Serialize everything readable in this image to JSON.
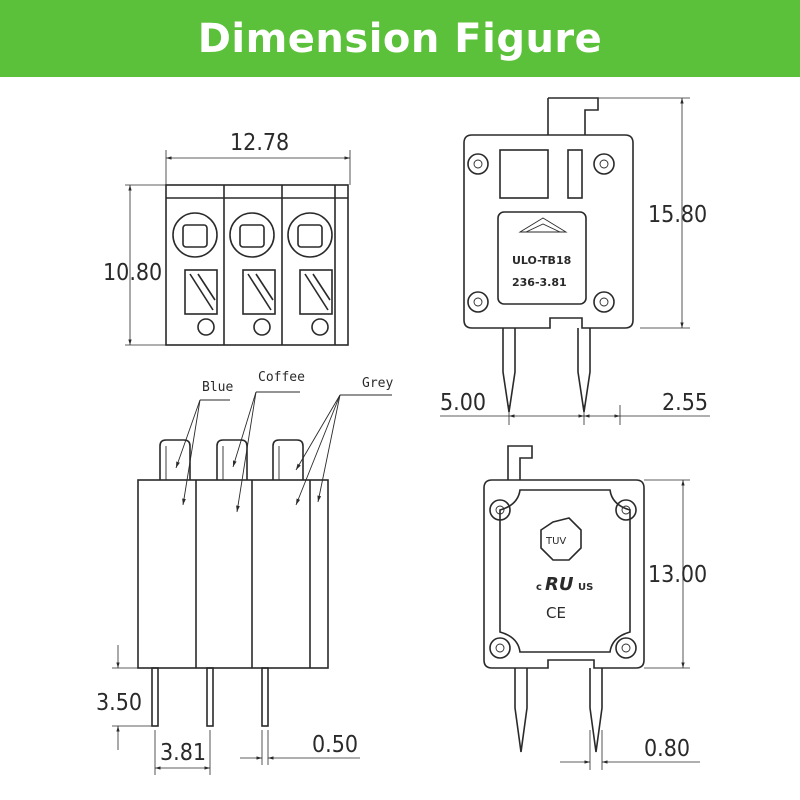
{
  "header": {
    "title": "Dimension Figure",
    "background": "#5cc13a",
    "text_color": "#ffffff"
  },
  "line_color": "#2a2a2a",
  "top_left_view": {
    "width_dim": "12.78",
    "height_dim": "10.80"
  },
  "top_right_view": {
    "height_dim": "15.80",
    "pin_left_dim": "5.00",
    "pin_right_dim": "2.55",
    "nameplate_line1": "ULO-TB18",
    "nameplate_line2": "236-3.81"
  },
  "bottom_left_view": {
    "color_labels": [
      "Blue",
      "Coffee",
      "Grey"
    ],
    "pin_length_dim": "3.50",
    "pitch_dim": "3.81",
    "pin_width_dim": "0.50"
  },
  "bottom_right_view": {
    "height_dim": "13.00",
    "pin_dim": "0.80",
    "cert_tuv": "TUV",
    "cert_ul_c": "c",
    "cert_ul_mark": "RU",
    "cert_ul_us": "US",
    "cert_ce": "CE"
  }
}
